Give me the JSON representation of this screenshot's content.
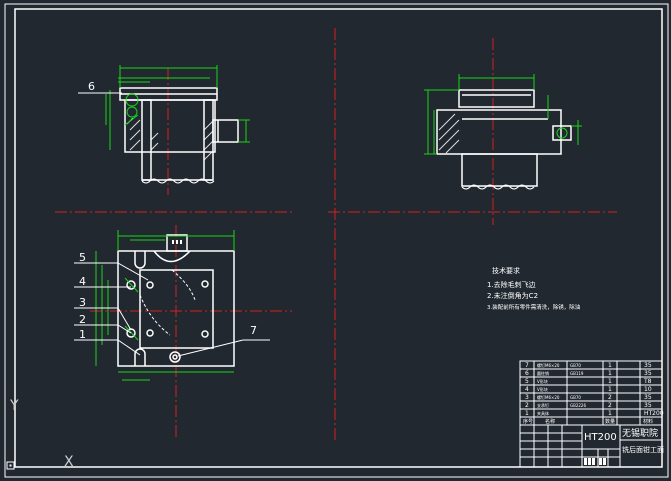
{
  "colors": {
    "background": "#212830",
    "outline": "#ffffff",
    "centerline": "#d42020",
    "dimension": "#19d419",
    "hatch": "#d8d8d8"
  },
  "balloons": [
    "6",
    "5",
    "4",
    "3",
    "2",
    "1",
    "7"
  ],
  "tech_notes": {
    "title": "技术要求",
    "lines": [
      "1.去除毛刺飞边",
      "2.未注倒角为C2",
      "3.装配前所有零件需清洗，除锈，除油"
    ]
  },
  "bom": {
    "rows": [
      {
        "no": "7",
        "name": "螺钉M6×20",
        "spec": "GB70",
        "qty": "1",
        "mat": "35"
      },
      {
        "no": "6",
        "name": "圆柱销",
        "spec": "GB119",
        "qty": "1",
        "mat": "35"
      },
      {
        "no": "5",
        "name": "V形块",
        "spec": "",
        "qty": "1",
        "mat": "T8"
      },
      {
        "no": "4",
        "name": "V形块",
        "spec": "",
        "qty": "1",
        "mat": "10"
      },
      {
        "no": "3",
        "name": "螺钉M6×20",
        "spec": "GB70",
        "qty": "2",
        "mat": "35"
      },
      {
        "no": "2",
        "name": "支承钉",
        "spec": "GB2226",
        "qty": "2",
        "mat": "35"
      },
      {
        "no": "1",
        "name": "夹具体",
        "spec": "",
        "qty": "1",
        "mat": "HT200"
      }
    ],
    "header": {
      "no": "序号",
      "name": "名称",
      "qty": "数量",
      "mat": "材料"
    }
  },
  "title_block": {
    "material": "HT200",
    "school": "无锡职院",
    "drawing_title": "铣后面钳工面"
  },
  "ucs": {
    "x": "X",
    "y": "Y"
  }
}
